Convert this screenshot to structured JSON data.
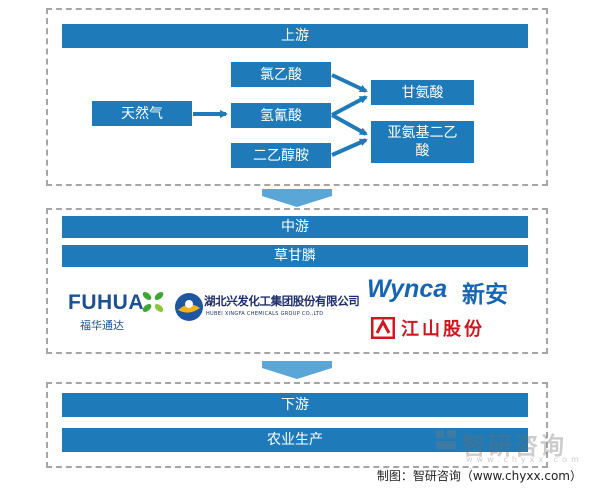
{
  "upstream": {
    "header": "上游",
    "nodes": {
      "natural_gas": "天然气",
      "chloroacetic_acid": "氯乙酸",
      "hydrocyanic_acid": "氢氰酸",
      "diethanolamine": "二乙醇胺",
      "glycine": "甘氨酸",
      "iminodiacetic_acid": "亚氨基二乙酸"
    }
  },
  "midstream": {
    "header": "中游",
    "product": "草甘膦",
    "companies": {
      "fuhua_en": "FUHUA",
      "fuhua_cn": "福华通达",
      "xingfa_cn": "湖北兴发化工集团股份有限公司",
      "xingfa_en": "HUBEI XINGFA CHEMICALS GROUP CO.,LTD",
      "wynca_en": "Wynca",
      "wynca_cn": "新安",
      "jiangshan": "江山股份"
    }
  },
  "downstream": {
    "header": "下游",
    "product": "农业生产"
  },
  "watermark": {
    "name": "智研咨询",
    "url": "www.chyxx.com"
  },
  "caption": "制图：智研咨询（www.chyxx.com）",
  "colors": {
    "box_fill": "#1e7ab8",
    "flow_arrow": "#5aa6d6",
    "dash_border": "#a6a6a6",
    "fuhua_green": "#3fa535",
    "wynca_blue": "#1565b4",
    "jiangshan_red": "#d0161e"
  }
}
